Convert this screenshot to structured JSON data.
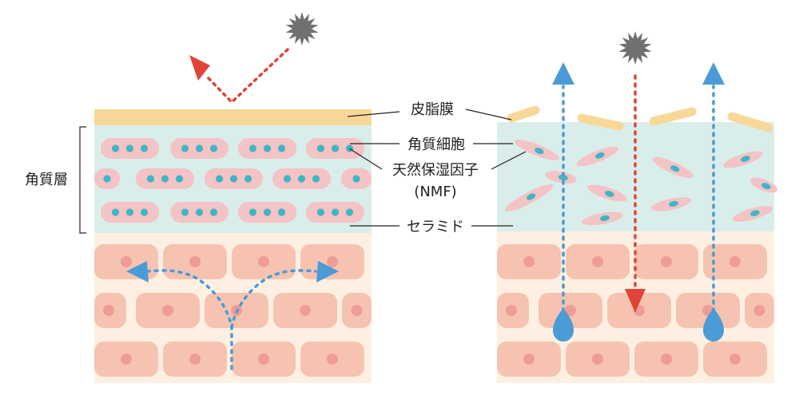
{
  "labels": {
    "sebum_film": "皮脂膜",
    "corneocyte": "角質細胞",
    "nmf_line1": "天然保湿因子",
    "nmf_line2": "(NMF)",
    "ceramide": "セラミド",
    "stratum_corneum": "角質層"
  },
  "colors": {
    "sebum": "#f7d898",
    "stratum_corneum_bg": "#d9eeea",
    "corneocyte": "#f4c3c5",
    "nmf_dot": "#3fb6c6",
    "epidermis_bg": "#fdf0e2",
    "epidermal_cell": "#f6c3b0",
    "nucleus": "#ef9c97",
    "sun": "#707070",
    "reflect_arrow": "#e04438",
    "water": "#4b9bd6"
  }
}
